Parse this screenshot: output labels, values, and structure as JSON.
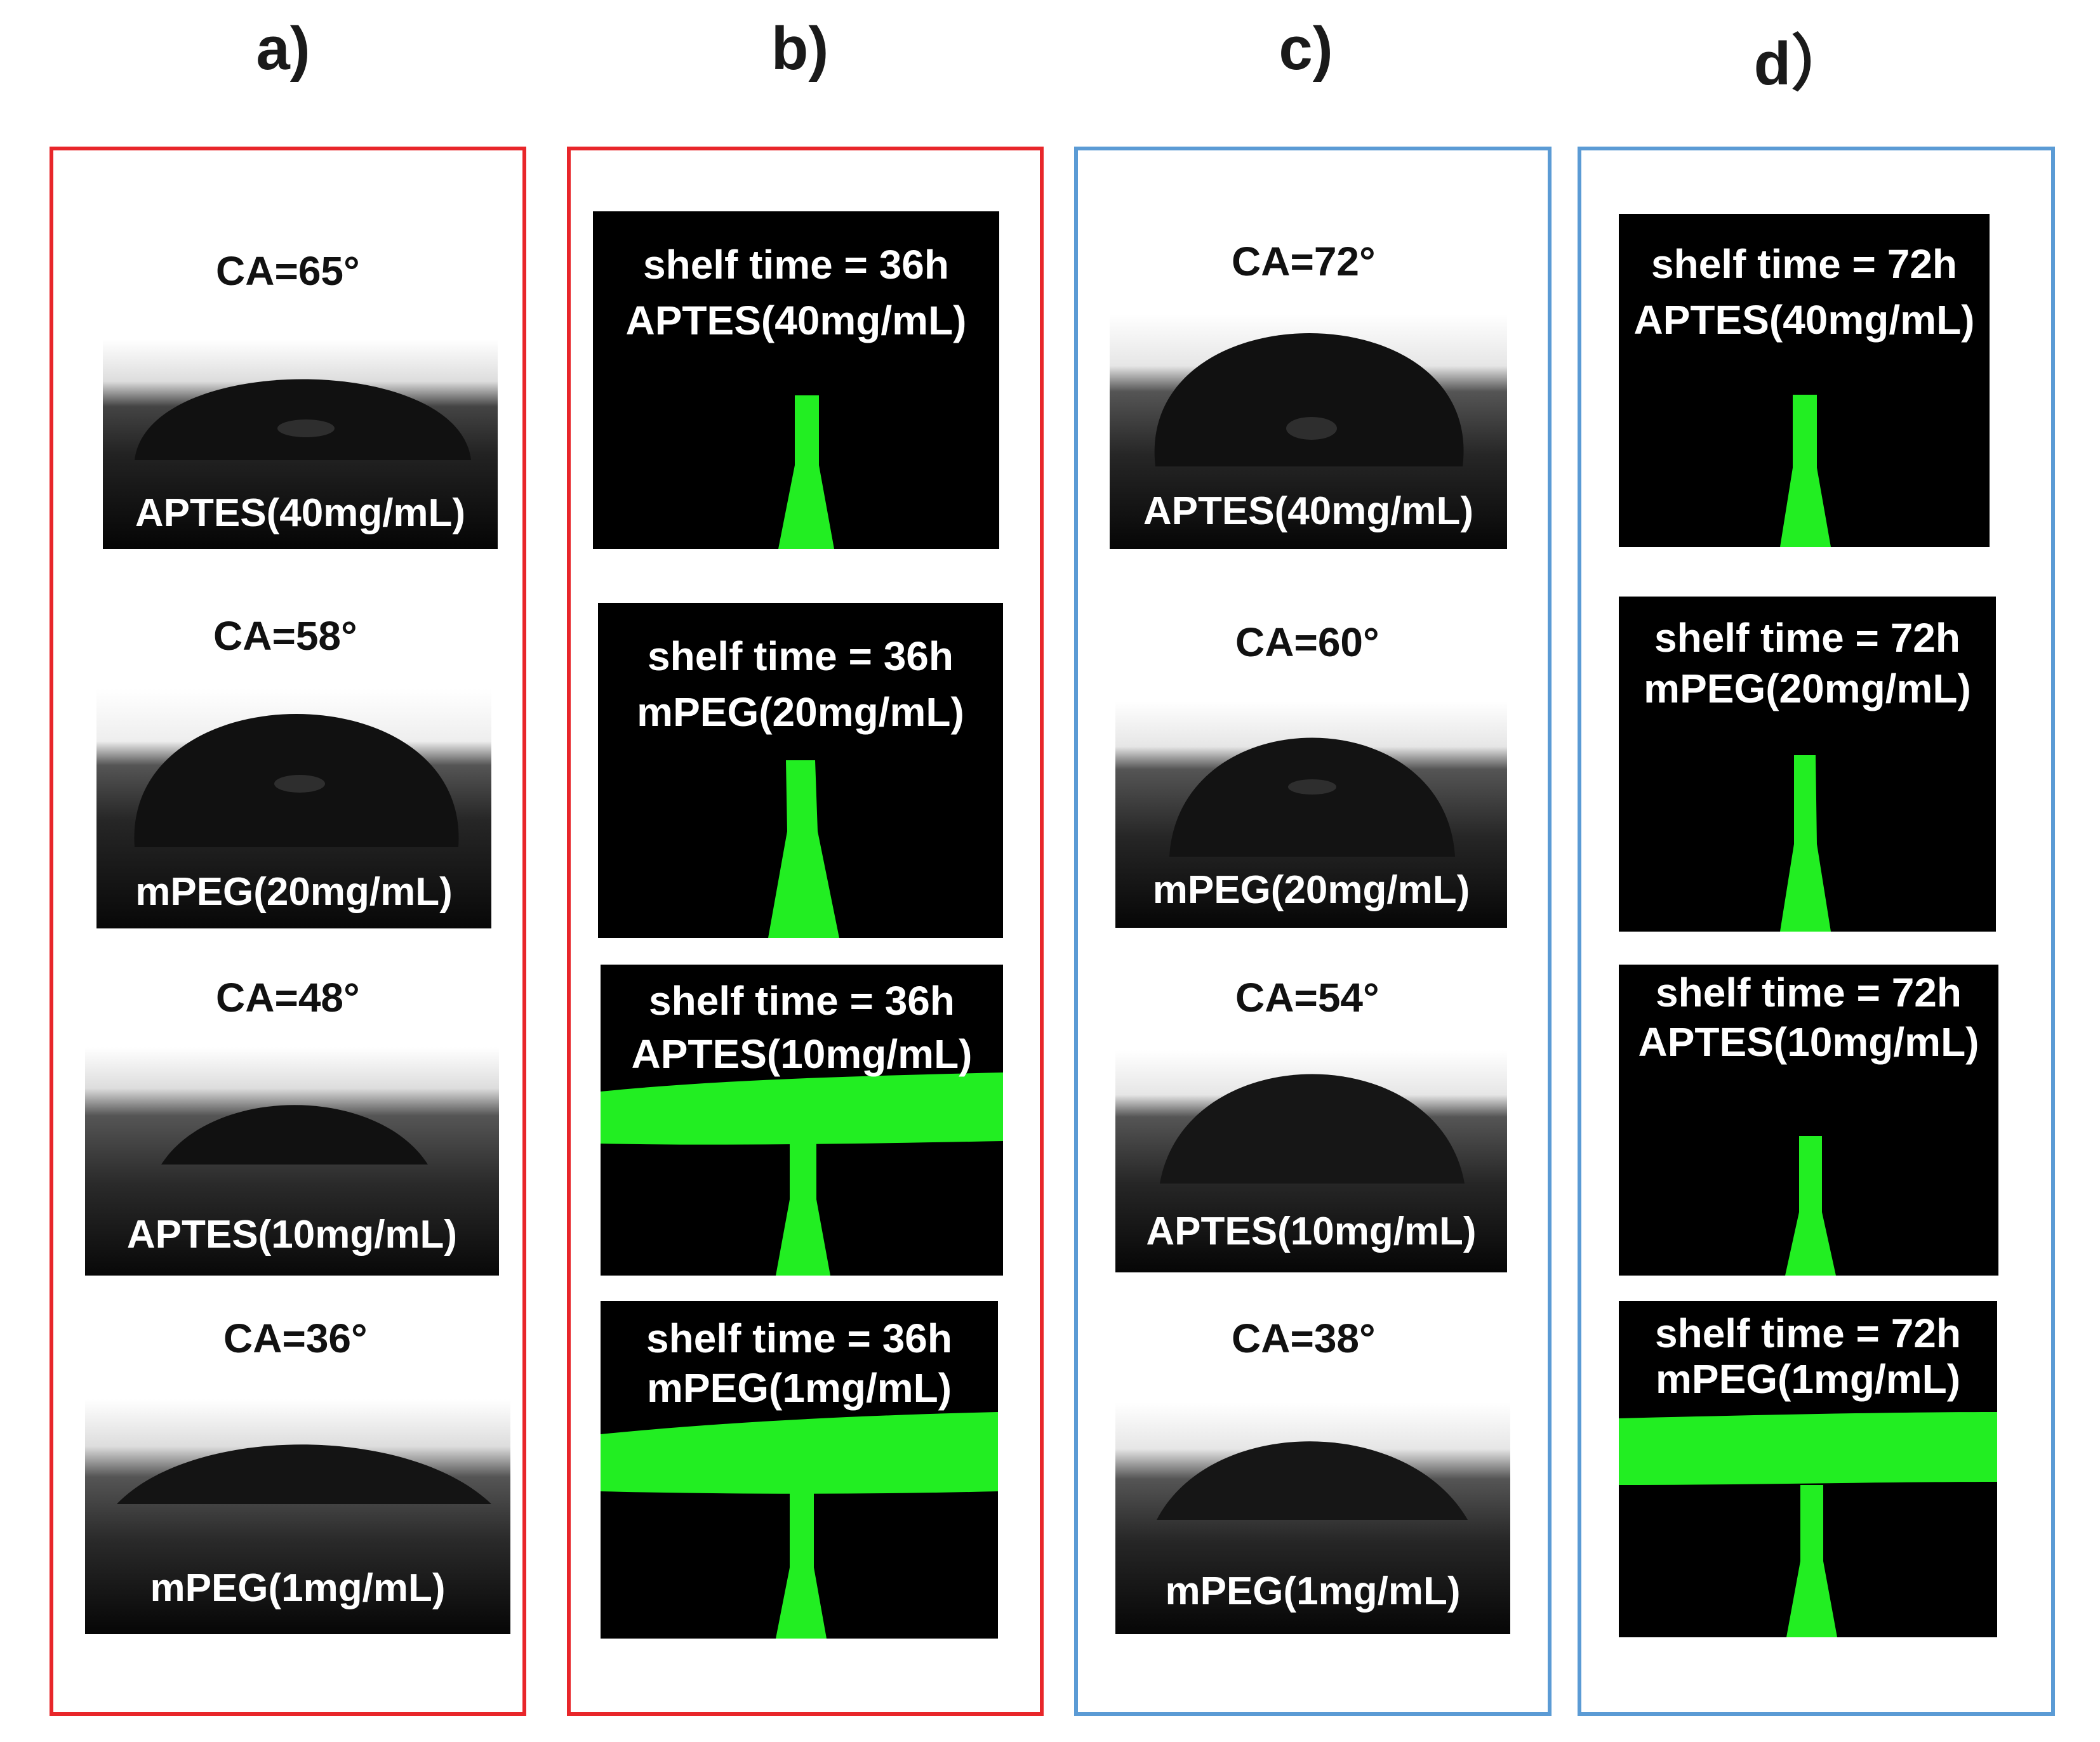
{
  "panels": {
    "a": {
      "title": "a)",
      "items": [
        {
          "ca": "CA=65°",
          "sample": "APTES(40mg/mL)"
        },
        {
          "ca": "CA=58°",
          "sample": "mPEG(20mg/mL)"
        },
        {
          "ca": "CA=48°",
          "sample": "APTES(10mg/mL)"
        },
        {
          "ca": "CA=36°",
          "sample": "mPEG(1mg/mL)"
        }
      ]
    },
    "b": {
      "title": "b)",
      "items": [
        {
          "shelf": "shelf time = 36h",
          "sample": "APTES(40mg/mL)"
        },
        {
          "shelf": "shelf time = 36h",
          "sample": "mPEG(20mg/mL)"
        },
        {
          "shelf": "shelf time = 36h",
          "sample": "APTES(10mg/mL)"
        },
        {
          "shelf": "shelf time = 36h",
          "sample": "mPEG(1mg/mL)"
        }
      ]
    },
    "c": {
      "title": "c)",
      "items": [
        {
          "ca": "CA=72°",
          "sample": "APTES(40mg/mL)"
        },
        {
          "ca": "CA=60°",
          "sample": "mPEG(20mg/mL)"
        },
        {
          "ca": "CA=54°",
          "sample": "APTES(10mg/mL)"
        },
        {
          "ca": "CA=38°",
          "sample": "mPEG(1mg/mL)"
        }
      ]
    },
    "d": {
      "title": "d）",
      "items": [
        {
          "shelf": "shelf time = 72h",
          "sample": "APTES(40mg/mL)"
        },
        {
          "shelf": "shelf time = 72h",
          "sample": "mPEG(20mg/mL)"
        },
        {
          "shelf": "shelf time = 72h",
          "sample": "APTES(10mg/mL)"
        },
        {
          "shelf": "shelf time = 72h",
          "sample": "mPEG(1mg/mL)"
        }
      ]
    }
  },
  "colors": {
    "frame_ab": "#e8262a",
    "frame_cd": "#5b9bd5",
    "fluid": "#22ee22"
  }
}
